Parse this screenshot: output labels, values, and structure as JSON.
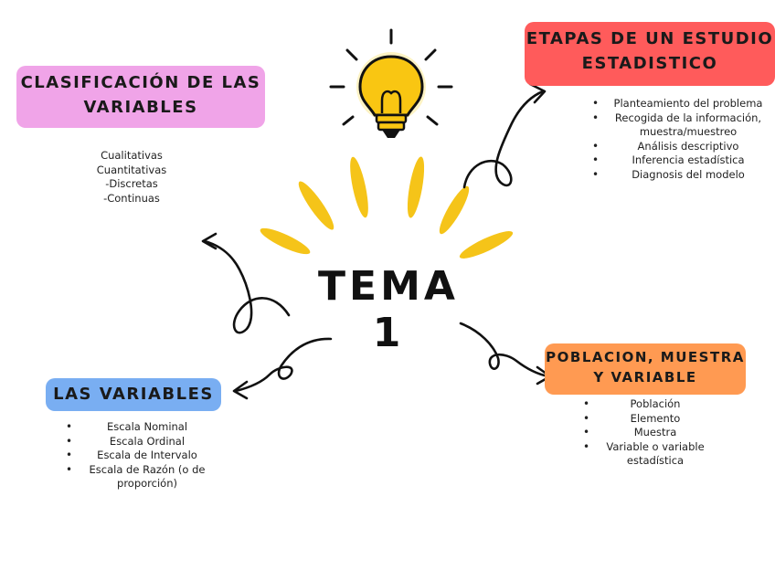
{
  "title": "TEMA 1",
  "colors": {
    "clasificacion": "#f0a4e8",
    "etapas": "#ff5b5b",
    "variables": "#79aef2",
    "poblacion": "#ff9a52",
    "rays": "#f5c419",
    "bulb": "#f9c612"
  },
  "clasificacion": {
    "title_line1": "CLASIFICACIÓN DE LAS",
    "title_line2": "VARIABLES",
    "items": [
      "Cualitativas",
      "Cuantitativas",
      "-Discretas",
      "-Continuas"
    ]
  },
  "etapas": {
    "title_line1": "ETAPAS DE UN ESTUDIO",
    "title_line2": "ESTADISTICO",
    "items": [
      "Planteamiento del problema",
      "Recogida de la información, muestra/muestreo",
      "Análisis descriptivo",
      "Inferencia estadística",
      "Diagnosis del modelo"
    ]
  },
  "las_variables": {
    "title": "LAS VARIABLES",
    "items": [
      "Escala Nominal",
      "Escala Ordinal",
      "Escala de Intervalo",
      "Escala de Razón (o de proporción)"
    ]
  },
  "poblacion": {
    "title_line1": "POBLACION, MUESTRA",
    "title_line2": "Y VARIABLE",
    "items": [
      "Población",
      "Elemento",
      "Muestra",
      "Variable o variable estadística"
    ]
  },
  "icons": [
    "lightbulb-icon",
    "curly-arrow-icon"
  ]
}
